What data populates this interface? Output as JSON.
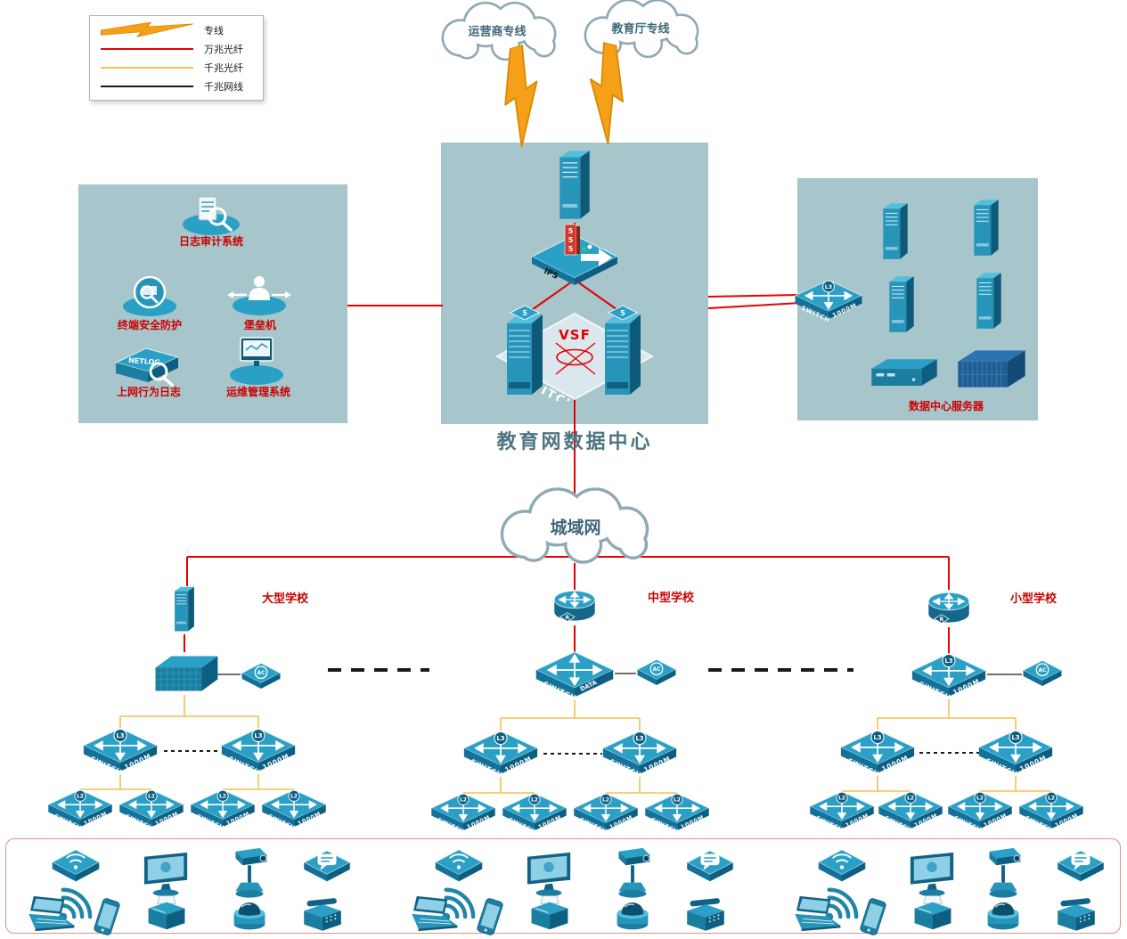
{
  "labels": {
    "switch": "SWITCH",
    "m1000": "1000M",
    "l3": "L3",
    "l2": "L2",
    "r": "R",
    "ac": "AC",
    "ips": "IPS",
    "vsf": "VSF",
    "dc1": "DATA",
    "dc2": "CENTER",
    "five": "5",
    "netlog": "NETLOG"
  },
  "legend": {
    "items": [
      {
        "label": "专线"
      },
      {
        "label": "万兆光纤"
      },
      {
        "label": "千兆光纤"
      },
      {
        "label": "千兆网线"
      }
    ]
  },
  "clouds": {
    "carrier": "运营商专线",
    "education": "教育厅专线",
    "man": "城域网"
  },
  "datacenter": {
    "title": "教育网数据中心"
  },
  "security": {
    "audit": "日志审计系统",
    "endpoint": "终端安全防护",
    "bastion": "堡垒机",
    "netlog": "上网行为日志",
    "ops": "运维管理系统"
  },
  "servers": {
    "label": "数据中心服务器"
  },
  "schools": {
    "large": "大型学校",
    "medium": "中型学校",
    "small": "小型学校"
  },
  "colors": {
    "line_10g": "#e60000",
    "line_1g_fiber": "#f2c24a",
    "line_1g_copper": "#1a1a1a",
    "device_teal": "#2596be",
    "panel_bg": "#a6c6cb",
    "label_red": "#cc0000",
    "lightning": "#f6a01a"
  }
}
